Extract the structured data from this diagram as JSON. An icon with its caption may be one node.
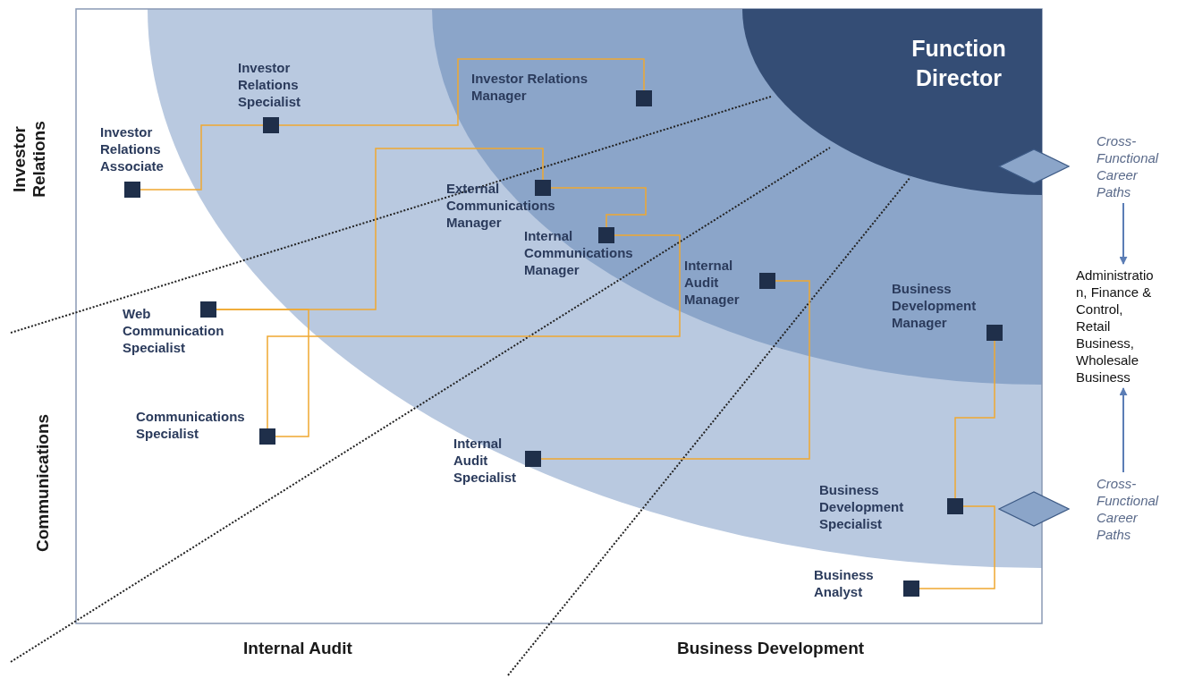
{
  "diagram": {
    "nodes": [
      {
        "text": [
          "Function Director"
        ]
      },
      {
        "text": [
          "Investor Relations Specialist"
        ]
      },
      {
        "text": [
          "Investor Relations Associate"
        ]
      },
      {
        "text": [
          "Investor Relations Manager"
        ]
      },
      {
        "text": [
          "External Communications Manager"
        ]
      },
      {
        "text": [
          "Internal Communications Manager"
        ]
      },
      {
        "text": [
          "Internal Audit Manager"
        ]
      },
      {
        "text": [
          "Web Communication Specialist"
        ]
      },
      {
        "text": [
          "Business Development Manager"
        ]
      },
      {
        "text": [
          "Communications Specialist"
        ]
      },
      {
        "text": [
          "Internal Audit Specialist"
        ]
      },
      {
        "text": [
          "Business Development Specialist"
        ]
      },
      {
        "text": [
          "Business Analyst"
        ]
      },
      {
        "text": [
          "Cross-Functional Career Paths"
        ]
      },
      {
        "text": [
          "Administration, Finance & Control, Retail Business, Wholesale Business"
        ]
      },
      {
        "text": [
          "Cross-Functional Career Paths"
        ]
      }
    ],
    "edges": [
      {
        "from": 2,
        "to": 1,
        "arrow": "none"
      },
      {
        "from": 1,
        "to": 3,
        "arrow": "none"
      },
      {
        "from": 7,
        "to": 4,
        "arrow": "none"
      },
      {
        "from": 7,
        "to": 9,
        "arrow": "none"
      },
      {
        "from": 9,
        "to": 5,
        "arrow": "none"
      },
      {
        "from": 4,
        "to": 5,
        "arrow": "none"
      },
      {
        "from": 10,
        "to": 6,
        "arrow": "none"
      },
      {
        "from": 11,
        "to": 8,
        "arrow": "none"
      },
      {
        "from": 12,
        "to": 11,
        "arrow": "none"
      },
      {
        "from": 13,
        "to": 14,
        "arrow": "to",
        "color": "#5b7db5"
      },
      {
        "from": 15,
        "to": 14,
        "arrow": "to",
        "color": "#5b7db5"
      }
    ],
    "labels": [
      "Investor Relations",
      "Communications",
      "Internal Audit",
      "Business Development"
    ]
  }
}
